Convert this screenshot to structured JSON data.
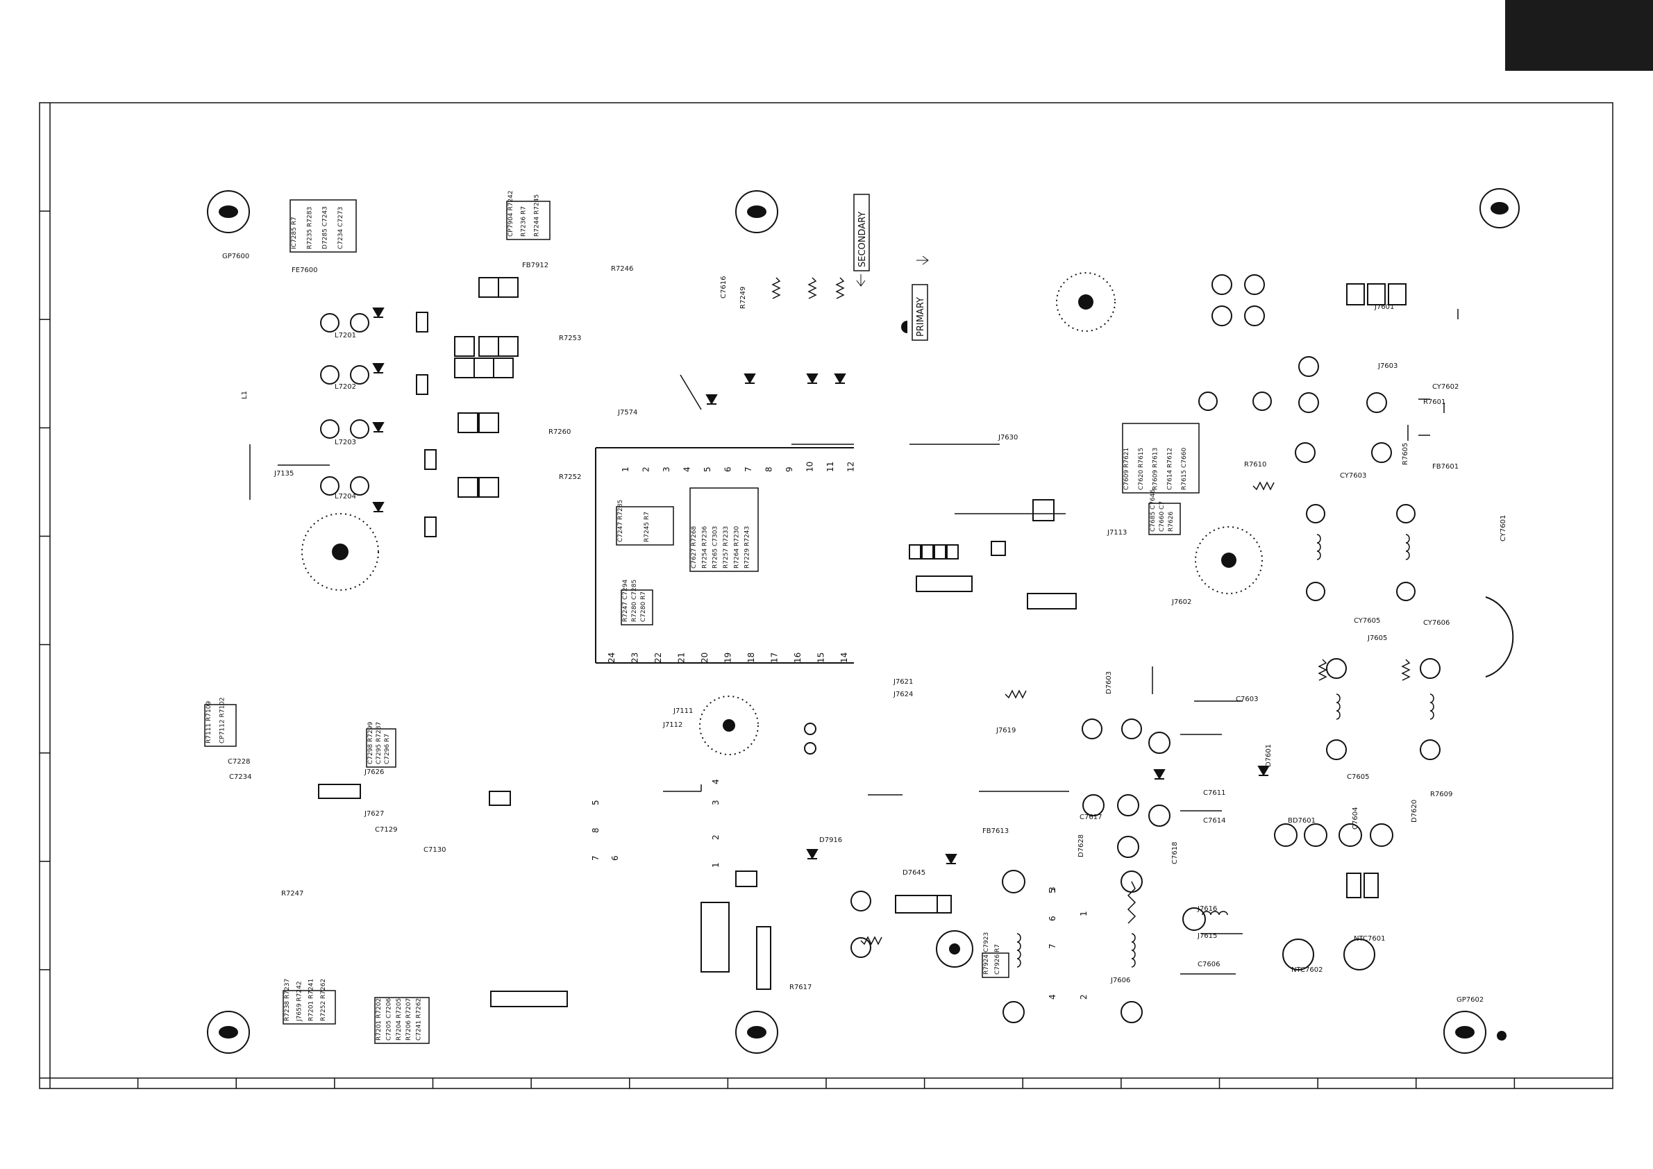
{
  "page": {
    "ink": "#111111",
    "corner_tab_color": "#1b1b1b"
  },
  "labels": {
    "secondary": "SECONDARY",
    "primary": "PRIMARY",
    "gp_top_left": "GP7600",
    "gp_bottom_right": "GP7602",
    "fe_top_left": "FE7600",
    "l1": "L1",
    "l7201": "L7201",
    "l7202": "L7202",
    "l7203": "L7203",
    "l7204": "L7204",
    "j7135": "J7135",
    "j7574": "J7574",
    "j7626": "J7626",
    "j7627": "J7627",
    "j7621": "J7621",
    "j7624": "J7624",
    "j7111": "J7111",
    "j7112": "J7112",
    "j7601": "J7601",
    "j7602": "J7602",
    "j7603": "J7603",
    "j7605": "J7605",
    "j7606": "J7606",
    "j7615": "J7615",
    "j7616": "J7616",
    "j7619": "J7619",
    "j7630": "J7630",
    "j7113": "J7113",
    "cy7601": "CY7601",
    "cy7602": "CY7602",
    "r7601": "R7601",
    "r7610": "R7610",
    "fb7601": "FB7601",
    "c7611": "C7611",
    "c7614": "C7614",
    "c7603": "C7603",
    "c7606": "C7606",
    "c7605": "C7605",
    "cy7603": "CY7603",
    "cy7605": "CY7605",
    "cy7606": "CY7606",
    "d7601": "D7601",
    "d7603": "D7603",
    "bd7601": "BD7601",
    "ntc7601": "NTC7601",
    "ntc7602": "NTC7602",
    "c7129": "C7129",
    "c7130": "C7130",
    "c7228": "C7228",
    "c7234": "C7234",
    "r7605": "R7605",
    "r7609": "R7609",
    "c7618": "C7618",
    "d7620": "D7620",
    "d7628": "D7628",
    "c7617": "C7617",
    "r7617": "R7617",
    "fb7613": "FB7613",
    "d7916": "D7916",
    "d7645": "D7645",
    "r7246": "R7246",
    "r7249": "R7249",
    "r7253": "R7253",
    "r7252": "R7252",
    "r7260": "R7260",
    "r7247": "R7247",
    "fb7912": "FB7912",
    "c7616": "C7616",
    "c7604": "C7604"
  },
  "pin_numbers_top": [
    "1",
    "2",
    "3",
    "4",
    "5",
    "6",
    "7",
    "8",
    "9",
    "10",
    "11",
    "12"
  ],
  "pin_numbers_bottom": [
    "24",
    "23",
    "22",
    "21",
    "20",
    "19",
    "18",
    "17",
    "16",
    "15",
    "14"
  ],
  "connector_pins_right": [
    "5",
    "6",
    "7",
    "4",
    "3",
    "2",
    "1"
  ],
  "connector_pins_mid": [
    "5",
    "8",
    "7",
    "6",
    "2",
    "3",
    "1",
    "4"
  ],
  "callout_boxes": [
    {
      "name": "callout-top-left",
      "lines": [
        "IC7285 R7",
        "R7235 R7283",
        "D7285 C7243",
        "C7234 C7273"
      ]
    },
    {
      "name": "callout-top-mid",
      "lines": [
        "CP7904 R7242",
        "R7236 R7",
        "R7244 R7245"
      ]
    },
    {
      "name": "callout-center",
      "lines": [
        "C7627 R7268",
        "R7254 R7236",
        "R7265 C7303",
        "R7257 R7233",
        "R7264 R7230",
        "R7229 R7243"
      ]
    },
    {
      "name": "callout-center-small",
      "lines": [
        "R7247 C7294",
        "R7280 C7285",
        "C7280 R7"
      ]
    },
    {
      "name": "callout-mid",
      "lines": [
        "C7247 R7285",
        "R7245 R7"
      ]
    },
    {
      "name": "callout-right",
      "lines": [
        "C7609 R7621",
        "C7620 R7615",
        "R7609 R7613",
        "C7614 R7612",
        "R7615 C7660"
      ]
    },
    {
      "name": "callout-right-small",
      "lines": [
        "C7685 C7646",
        "C7660 C7",
        "R7626"
      ]
    },
    {
      "name": "callout-left",
      "lines": [
        "R7111 R7109",
        "CP7112 R7102"
      ]
    },
    {
      "name": "callout-bottom-left",
      "lines": [
        "R7238 R7237",
        "J7659 R7242",
        "R7201 R7241",
        "R7252 R7262"
      ]
    },
    {
      "name": "callout-bottom-mid",
      "lines": [
        "R7201 R7202",
        "C7205 C7206",
        "R7204 R7205",
        "R7206 R7207",
        "C7241 R7262"
      ]
    },
    {
      "name": "callout-bottom-right",
      "lines": [
        "R7924 C7923",
        "C7926 R7"
      ]
    },
    {
      "name": "callout-mid-left",
      "lines": [
        "C7298 R7299",
        "C7295 R7287",
        "C7296 R7"
      ]
    }
  ],
  "frame_grid": {
    "columns": 16,
    "rows": 9
  }
}
